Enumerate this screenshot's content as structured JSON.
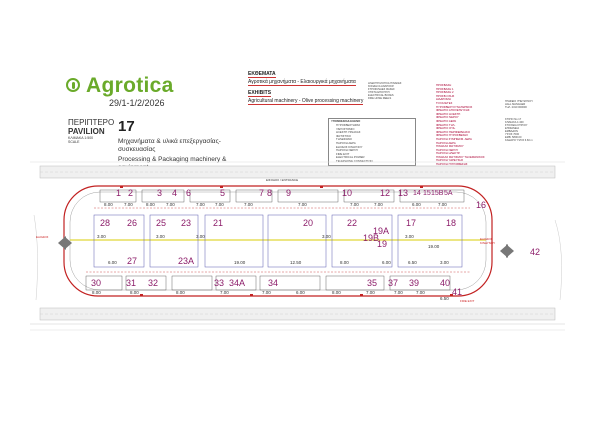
{
  "brand": {
    "name": "Agrotica",
    "dates": "29/1-1/2/2026",
    "color": "#6aaa2a"
  },
  "pavilion": {
    "label_gr": "ΠΕΡΙΠΤΕΡΟ",
    "label_en": "PAVILION",
    "scale_gr": "ΚΛΙΜΑΚΑ 1:500",
    "scale_en": "SCALE",
    "number": "17",
    "category_gr": "Μηχανήματα & υλικά επεξεργασίας-συσκευασίας",
    "category_en": "Processing & Packaging machinery & equipment"
  },
  "exhibits": {
    "title_gr": "ΕΚΘΕΜΑΤΑ",
    "desc_gr": "Αγροτικά μηχανήματα - Ελαιουργικά μηχανήματα",
    "title_en": "EXHIBITS",
    "desc_en": "Agricultural machinery - Olive processing machinery"
  },
  "power_box": {
    "lines": [
      "ΗΛΕΚΤΡΟΛΟΓΙΚΑ ΠΙΝΑΚΕΣ",
      "ΚΟΝΔΗΛΑ ΑΝΑΠΟΚΡ.",
      "ΣΤΡΟΦΙΛΙΔΕΣ ΦΑΣΗΣ",
      "ΧΤΙΣΤΑ ΕΠΟΥΡΟΥ",
      "ELECTRICAL BOXES",
      "FIRE HOSE REELS"
    ]
  },
  "legend_title": "ΥΠΟΜΝΗΜΑ/LEGEND",
  "legend_items": [
    "ΠΥΡΟΣΒΕΣΤΗΡΑΣ",
    "ΥΔΡΟΣΤΟΜΙΟ",
    "ΗΛΕΚΤΡ. ΠΙΝΑΚΑΣ",
    "ΦΩΤΙΣΤΙΚΟ",
    "ΤΗΛΕΦΩΝΟ",
    "ΠΑΡΟΧΗ ΑΕΡΑ",
    "ΕΞΟΔΟΣ ΚΙΝΔΥΝΟΥ",
    "ΠΑΡΟΧΗ ΝΕΡΟΥ",
    "FIRE EXIT",
    "ELECTRICAL POWER",
    "TELEPHONE CONNECTION"
  ],
  "key_list": [
    "ΠΡΟΣΒΑΣΗ",
    "ΠΡΟΣΒΑΣΗ 1",
    "ΠΡΟΣΒΑΣΗ 2",
    "ΠΡΟΣΒ.ΟΧΗΣ",
    "ΔΙΑΔΡΟΜΗ",
    "ΤΟΥΑΛΕΤΕΣ",
    "ΠΥΡΟΣΒΕΣΤ.ΣΥΝΑΓΕΡΜΟΣ",
    "ΦΡΕΑΤΙΟ ΑΠΟΧΕΤΕΥΣΗΣ",
    "ΦΡΕΑΤΙΟ ΗΛΕΚΤΡ.",
    "ΦΡΕΑΤΙΟ ΝΕΡΟΥ",
    "ΦΡΕΑΤΙΟ ΑΕΡΑ",
    "ΦΡΕΑΤΙΟ ΤΗΛ.",
    "ΦΡΕΑΤΙΟ ΟΥΔ.",
    "ΦΡΕΑΤΙΟ ΠΕΡΙΦΕΡΕΙΑΚΟ",
    "ΦΡΕΑΤΙΟ ΠΥΡΟΣΒΕΣΗΣ",
    "ΠΑΡΟΧΗ ΣΥΜΠΙΕΣΜ. ΑΕΡΑ",
    "ΠΑΡΟΧΗ ΑΕΡΑ",
    "ΠΙΝΑΚΑΣ ΦΩΤΙΣΜΟΥ",
    "ΠΑΡΟΧΗ ΝΕΡΟΥ",
    "ΠΑΡΟΧΗ ΗΛΕΚΤΡ.",
    "ΠΙΝΑΚΑΣ ΦΩΤΙΣΜΟΥ ΤΗΛΕΦΩΝΙΚΟΣ",
    "ΠΑΡΟΧΗ ΥΔΡΕΥΣΗΣ",
    "ΠΑΡΟΧΗ ΠΥΡΟΣΒΕΣΗΣ",
    "ΠΡΟΣΚΛΗΣΗ ΠΥΡΟΣΒΕΣΤΗΡΑ"
  ],
  "hall_notes": {
    "a": [
      "ΓΡΑΦΕΙΟ ΥΠΕΥΘΥΝΟΥ",
      "HALL MANAGER",
      "ΤΗΛ. 2310 000000"
    ],
    "b": [
      "ΚΤΙΡΙΟ Νο 17",
      "ΚΛΙΜΑΚΑ 1:400",
      "ΣΤΟΙΧΕΙΑ ΚΤΙΡΙΟΥ",
      "ΕΠΙΦΑΝΕΙΑ",
      "ΕΜΒΑΔΟΝ",
      "ΥΨΟΣ 7000",
      "ΕΜΒ. 5800.00",
      "ΚΑΘΑΡΟ ΥΨΟΣ 6.60 m"
    ]
  },
  "booths": {
    "b1": "1",
    "b2": "2",
    "b3": "3",
    "b4": "4",
    "b6": "6",
    "b7": "5",
    "b8": "7",
    "b9": "8",
    "b10": "9",
    "b11": "10",
    "b12": "12",
    "b13": "13",
    "b14": "14",
    "b15": "15",
    "b15b": "15B",
    "b5a": "5A",
    "b16": "16",
    "b28": "28",
    "b26": "26",
    "b25": "25",
    "b23": "23",
    "b21": "21",
    "b20": "20",
    "b22": "22",
    "b17": "17",
    "b18": "18",
    "b27": "27",
    "b23a": "23A",
    "b19a": "19A",
    "b19b": "19B",
    "b19": "19",
    "b30": "30",
    "b31": "31",
    "b32": "32",
    "b33": "33",
    "b34a": "34A",
    "b34": "34",
    "b35": "35",
    "b37": "37",
    "b39": "39",
    "b40": "40",
    "b41": "41",
    "b42": "42"
  },
  "dims": [
    "8.00",
    "7.00",
    "8.00",
    "7.00",
    "7.00",
    "7.00",
    "7.00",
    "7.00",
    "7.00",
    "7.00",
    "6.00",
    "7.00",
    "3.00",
    "3.00",
    "3.00",
    "3.00",
    "3.00",
    "19.00",
    "12.50",
    "6.00",
    "8.00",
    "6.00",
    "6.50",
    "3.00",
    "19.00",
    "8.00",
    "8.00",
    "8.00",
    "7.00",
    "7.00",
    "6.00",
    "8.00",
    "7.00",
    "7.00",
    "7.00",
    "6.50"
  ],
  "labels": {
    "entrance": "ΕΙΣΟΔΟΣ / ENTRANCE",
    "exit_left": "ΕΞΟΔΟΣ",
    "exit_right": "ΕΞΟΔΟΣ ΚΙΝΔΥΝΟΥ",
    "fire_exit": "FIRE EXIT"
  },
  "colors": {
    "booth": "#8c1d6a",
    "wall": "#c22222",
    "axis": "#e0d838",
    "logo": "#6aaa2a"
  }
}
